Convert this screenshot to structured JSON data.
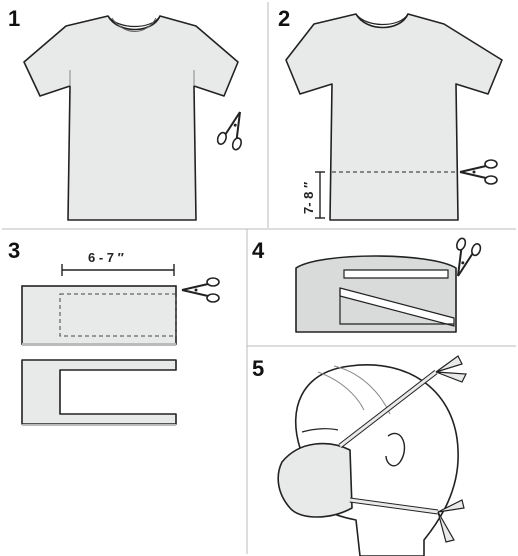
{
  "steps": [
    {
      "number": "1"
    },
    {
      "number": "2",
      "measure": "7- 8 ″"
    },
    {
      "number": "3",
      "measure": "6 - 7 ″"
    },
    {
      "number": "4"
    },
    {
      "number": "5"
    }
  ],
  "colors": {
    "fabric": "#e8e9e9",
    "fabric_dark": "#d9dada",
    "outline": "#222222",
    "divider": "#bbbbbb"
  },
  "icons": [
    "scissors-icon"
  ]
}
